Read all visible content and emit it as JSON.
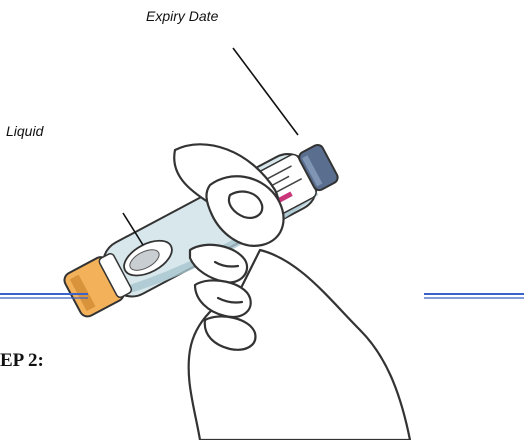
{
  "labels": {
    "expiry_date": "Expiry Date",
    "liquid": "Liquid"
  },
  "heading": {
    "step_fragment": "EP 2:"
  },
  "colors": {
    "pen_body": "#cfe0e6",
    "pen_body_dark": "#a9c6d0",
    "pen_cap": "#f3b25a",
    "pen_cap_dark": "#d9933a",
    "plunger": "#5a6f8f",
    "skin_outline": "#333333",
    "rule_blue": "#3a62c8"
  },
  "icons": {
    "pen": "injection-pen-icon",
    "hand": "hand-icon"
  }
}
